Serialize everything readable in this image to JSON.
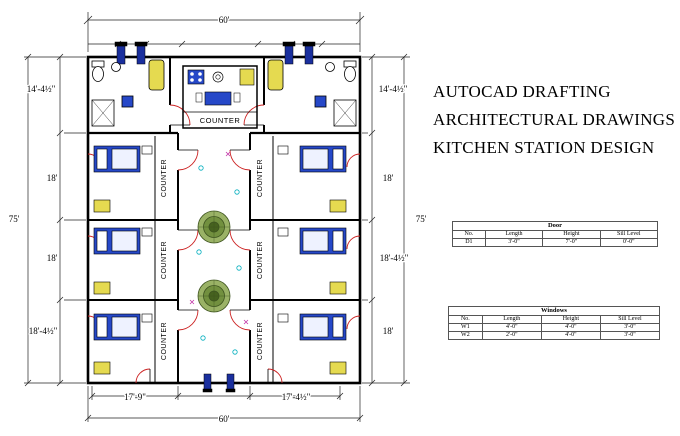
{
  "titles": [
    "AUTOCAD DRAFTING",
    "ARCHITECTURAL DRAWINGS",
    "KITCHEN STATION DESIGN"
  ],
  "dimensions": {
    "top_width": "60'",
    "bottom_width": "60'",
    "left_total": "75'",
    "right_total": "75'",
    "left_segments": [
      "14'-4½\"",
      "18'",
      "18'",
      "18'-4½\""
    ],
    "right_segments": [
      "14'-4½\"",
      "18'",
      "18'-4½\"",
      "18'"
    ],
    "bottom_segments": [
      "17'-9\"",
      "17'-4½\""
    ]
  },
  "labels": {
    "counter": "COUNTER"
  },
  "door_table": {
    "title": "Door",
    "headers": [
      "No.",
      "Length",
      "Height",
      "Sill Level"
    ],
    "rows": [
      [
        "D1",
        "3'-0\"",
        "7'-0\"",
        "0'-0\""
      ]
    ]
  },
  "windows_table": {
    "title": "Windows",
    "headers": [
      "No.",
      "Length",
      "Height",
      "Sill Level"
    ],
    "rows": [
      [
        "W1",
        "4'-0\"",
        "4'-0\"",
        "3'-0\""
      ],
      [
        "W2",
        "2'-0\"",
        "4'-0\"",
        "3'-0\""
      ]
    ]
  },
  "colors": {
    "wall": "#000000",
    "bed_blue": "#2648c8",
    "fixture_yellow": "#e5da50",
    "door_red": "#cc2222",
    "table_green_outer": "#9ab266",
    "table_green_inner": "#46621f",
    "mark_cyan": "#00aebe",
    "mark_magenta": "#c234a8",
    "window_blue": "#1a2f9e"
  }
}
